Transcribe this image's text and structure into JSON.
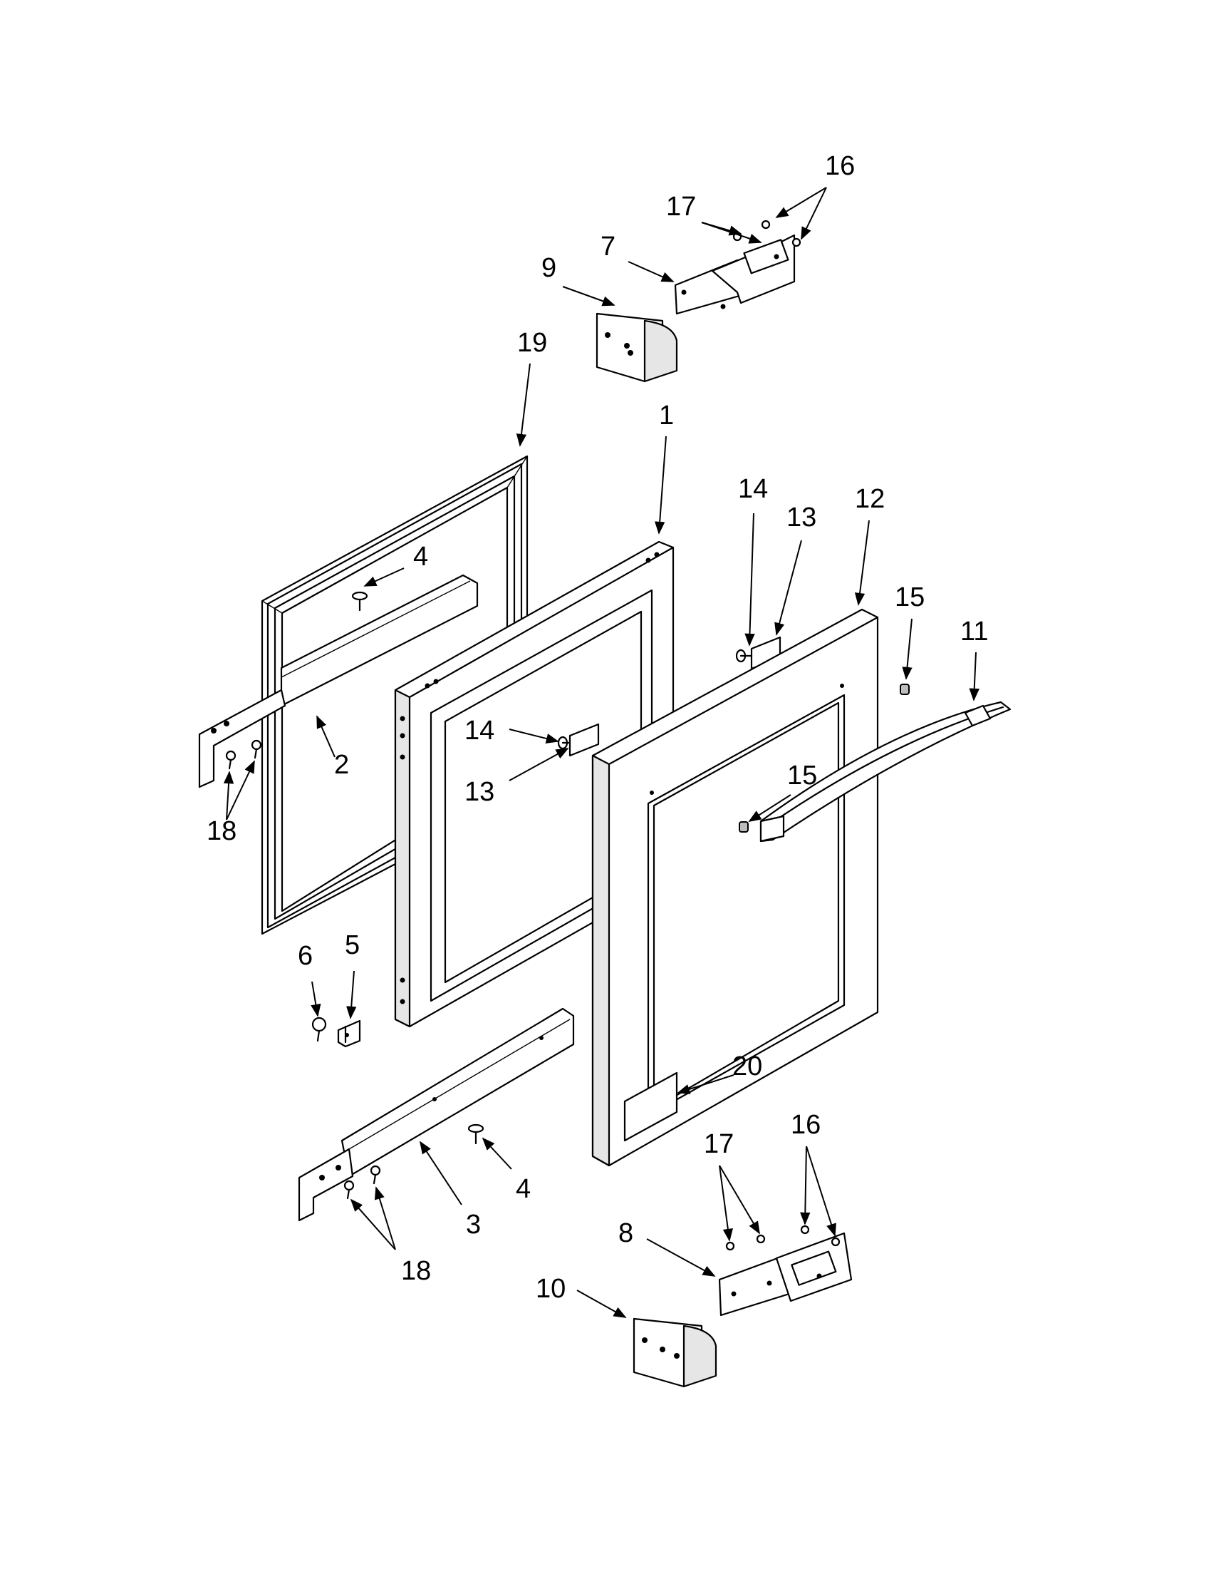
{
  "callouts": [
    {
      "id": "c16a",
      "text": "16"
    },
    {
      "id": "c17a",
      "text": "17"
    },
    {
      "id": "c7",
      "text": "7"
    },
    {
      "id": "c9",
      "text": "9"
    },
    {
      "id": "c19",
      "text": "19"
    },
    {
      "id": "c1",
      "text": "1"
    },
    {
      "id": "c14a",
      "text": "14"
    },
    {
      "id": "c13a",
      "text": "13"
    },
    {
      "id": "c12",
      "text": "12"
    },
    {
      "id": "c15a",
      "text": "15"
    },
    {
      "id": "c11",
      "text": "11"
    },
    {
      "id": "c4a",
      "text": "4"
    },
    {
      "id": "c2",
      "text": "2"
    },
    {
      "id": "c14b",
      "text": "14"
    },
    {
      "id": "c15b",
      "text": "15"
    },
    {
      "id": "c13b",
      "text": "13"
    },
    {
      "id": "c18a",
      "text": "18"
    },
    {
      "id": "c6",
      "text": "6"
    },
    {
      "id": "c5",
      "text": "5"
    },
    {
      "id": "c20",
      "text": "20"
    },
    {
      "id": "c17b",
      "text": "17"
    },
    {
      "id": "c16b",
      "text": "16"
    },
    {
      "id": "c4b",
      "text": "4"
    },
    {
      "id": "c3",
      "text": "3"
    },
    {
      "id": "c8",
      "text": "8"
    },
    {
      "id": "c18b",
      "text": "18"
    },
    {
      "id": "c10",
      "text": "10"
    }
  ]
}
